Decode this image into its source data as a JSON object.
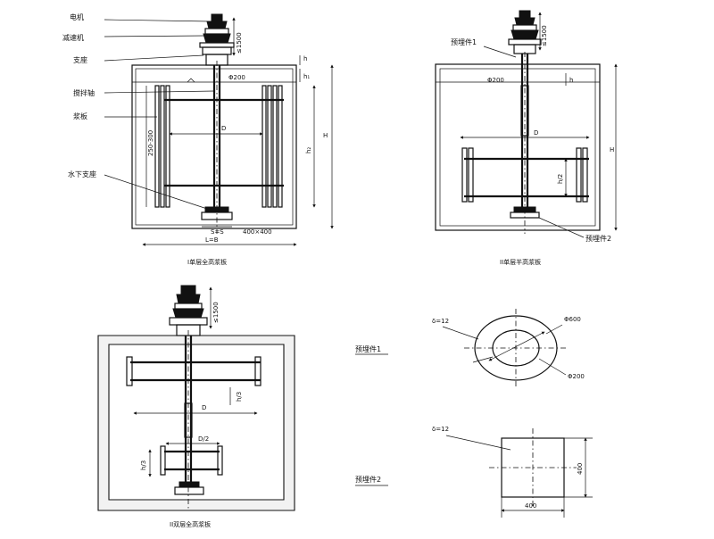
{
  "diagram1": {
    "labels": {
      "motor": "电机",
      "reducer": "减速机",
      "support": "支座",
      "shaft": "搅拌轴",
      "paddle": "浆板",
      "underwater_support": "水下支座"
    },
    "dims": {
      "top": "≤1500",
      "h": "h",
      "h1": "h₁",
      "phi": "Φ200",
      "d": "D",
      "range": "250-300",
      "h2": "h₂",
      "h_total": "H",
      "s": "S=S",
      "base": "400×400",
      "width": "L=B"
    },
    "caption": "I单层全高浆板"
  },
  "diagram2": {
    "labels": {
      "embed1": "预埋件1",
      "embed2": "预埋件2"
    },
    "dims": {
      "top": "≤1500",
      "h": "h",
      "phi": "Φ200",
      "d": "D",
      "h_half": "h/2",
      "h_total": "H"
    },
    "caption": "II单层半高浆板"
  },
  "diagram3": {
    "dims": {
      "top": "≤1500",
      "d": "D",
      "h3a": "h/3",
      "d2": "D/2",
      "h3b": "h/3"
    },
    "caption": "II双层全高浆板"
  },
  "detail1": {
    "title": "预埋件1",
    "delta": "δ=12",
    "outer": "Φ600",
    "inner": "Φ200"
  },
  "detail2": {
    "title": "预埋件2",
    "delta": "δ=12",
    "side_v": "400",
    "side_h": "400"
  }
}
